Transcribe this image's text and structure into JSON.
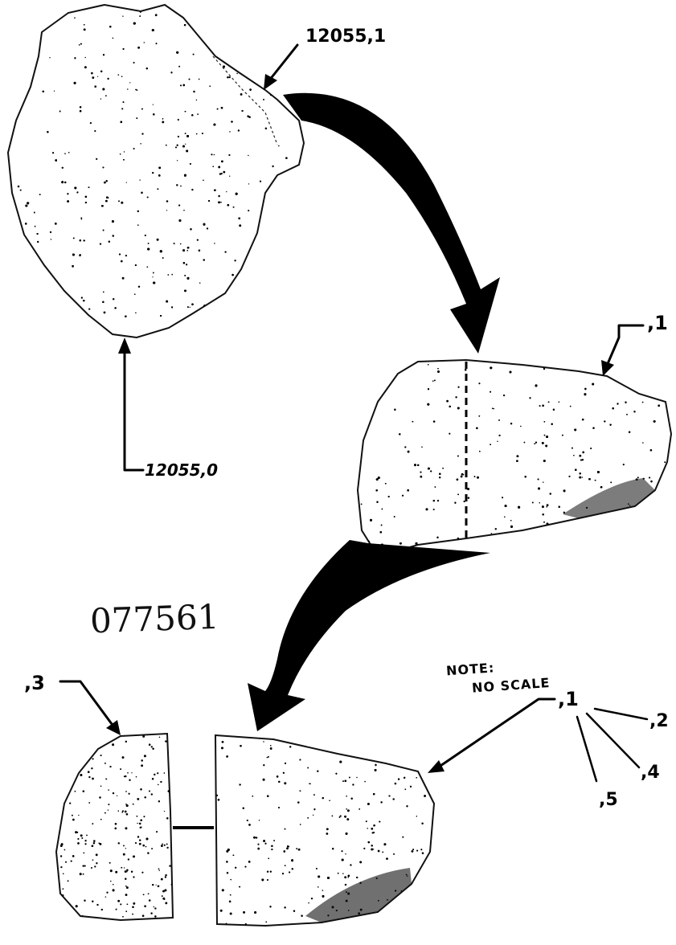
{
  "labels": {
    "parent_split": "12055,1",
    "parent_main": "12055,0",
    "mid_piece": ",1",
    "bottom_left": ",3",
    "bottom_right": ",1",
    "sub_2": ",2",
    "sub_4": ",4",
    "sub_5": ",5"
  },
  "stamp": "077561",
  "note": {
    "line1": "NOTE:",
    "line2": "NO SCALE"
  },
  "colors": {
    "ink": "#000000",
    "paper": "#ffffff"
  }
}
